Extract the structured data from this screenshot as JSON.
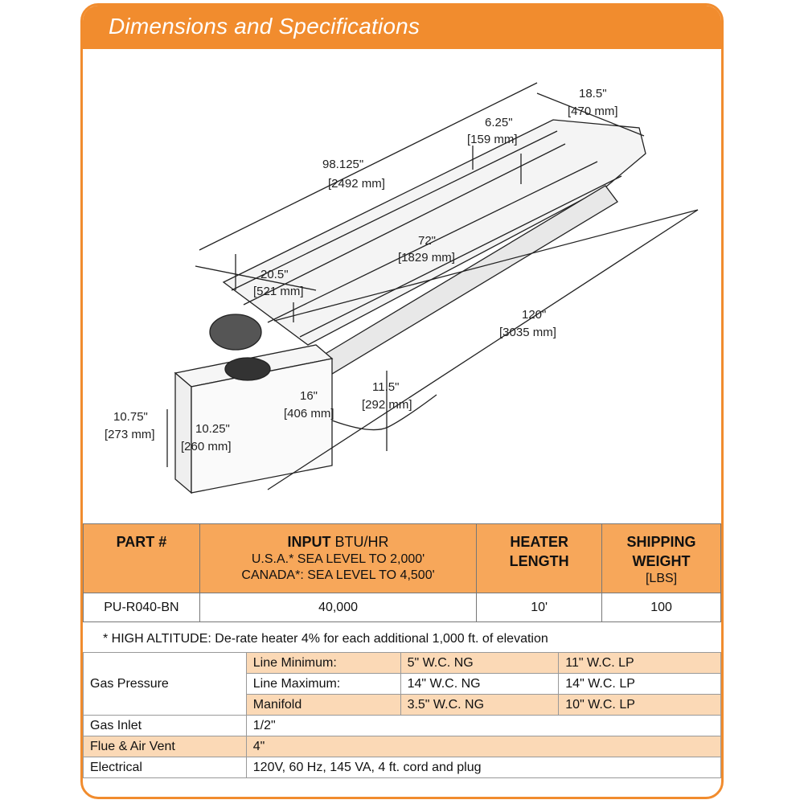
{
  "header": {
    "title": "Dimensions and Specifications"
  },
  "diagram": {
    "dims": {
      "d1": "98.125\"",
      "d1m": "[2492 mm]",
      "d2": "18.5\"",
      "d2m": "[470 mm]",
      "d3": "6.25\"",
      "d3m": "[159 mm]",
      "d4": "72\"",
      "d4m": "[1829 mm]",
      "d5": "20.5\"",
      "d5m": "[521 mm]",
      "d6": "120\"",
      "d6m": "[3035 mm]",
      "d7": "11.5\"",
      "d7m": "[292 mm]",
      "d8": "16\"",
      "d8m": "[406 mm]",
      "d9": "10.75\"",
      "d9m": "[273 mm]",
      "d10": "10.25\"",
      "d10m": "[260 mm]"
    }
  },
  "spec_table": {
    "headers": {
      "part": "PART #",
      "input_bold": "INPUT",
      "input_unit": "BTU/HR",
      "input_line2": "U.S.A.* SEA LEVEL TO 2,000'",
      "input_line3": "CANADA*: SEA LEVEL TO 4,500'",
      "length_l1": "HEATER",
      "length_l2": "LENGTH",
      "weight_l1": "SHIPPING",
      "weight_l2": "WEIGHT",
      "weight_unit": "[LBS]"
    },
    "row": {
      "part": "PU-R040-BN",
      "input": "40,000",
      "length": "10'",
      "weight": "100"
    }
  },
  "note": "* HIGH ALTITUDE: De-rate heater 4% for each additional 1,000 ft. of elevation",
  "gas": {
    "pressure_label": "Gas Pressure",
    "rows": [
      {
        "label": "Line Minimum:",
        "ng": "5\" W.C. NG",
        "lp": "11\" W.C. LP"
      },
      {
        "label": "Line Maximum:",
        "ng": "14\" W.C. NG",
        "lp": "14\" W.C. LP"
      },
      {
        "label": "Manifold",
        "ng": "3.5\" W.C. NG",
        "lp": "10\" W.C. LP"
      }
    ],
    "inlet_label": "Gas Inlet",
    "inlet_value": "1/2\"",
    "flue_label": "Flue & Air Vent",
    "flue_value": "4\"",
    "electrical_label": "Electrical",
    "electrical_value": "120V, 60 Hz, 145 VA, 4 ft. cord and plug"
  },
  "colors": {
    "accent": "#f18c2e",
    "header_cell": "#f7a75a",
    "row_shade": "#fbd9b6"
  }
}
